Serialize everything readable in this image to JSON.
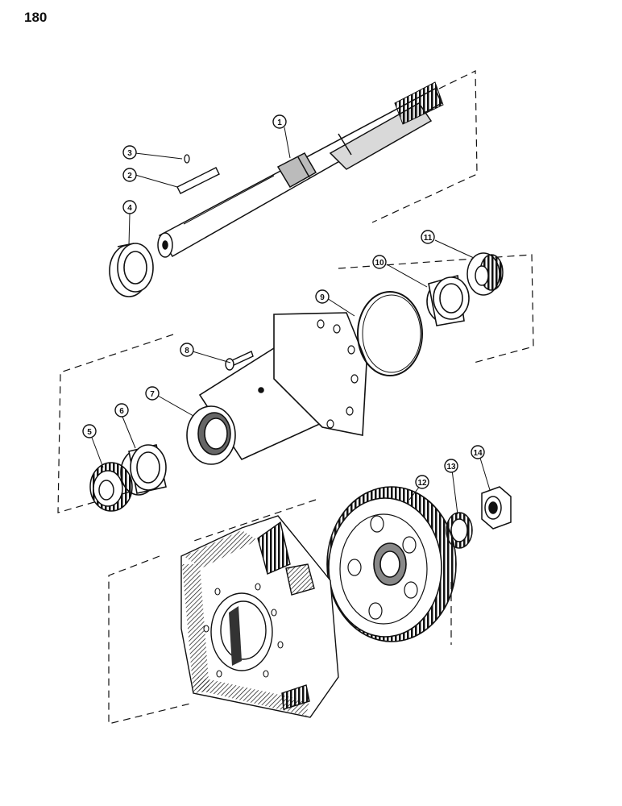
{
  "page": {
    "number": "180"
  },
  "callouts": [
    {
      "id": "c1",
      "label": "1"
    },
    {
      "id": "c2",
      "label": "2"
    },
    {
      "id": "c3",
      "label": "3"
    },
    {
      "id": "c4",
      "label": "4"
    },
    {
      "id": "c5",
      "label": "5"
    },
    {
      "id": "c6",
      "label": "6"
    },
    {
      "id": "c7",
      "label": "7"
    },
    {
      "id": "c8",
      "label": "8"
    },
    {
      "id": "c9",
      "label": "9"
    },
    {
      "id": "c10",
      "label": "10"
    },
    {
      "id": "c11",
      "label": "11"
    },
    {
      "id": "c12",
      "label": "12"
    },
    {
      "id": "c13",
      "label": "13"
    },
    {
      "id": "c14",
      "label": "14"
    }
  ],
  "colors": {
    "ink": "#111111",
    "shade": "#555555",
    "paper": "#ffffff"
  }
}
